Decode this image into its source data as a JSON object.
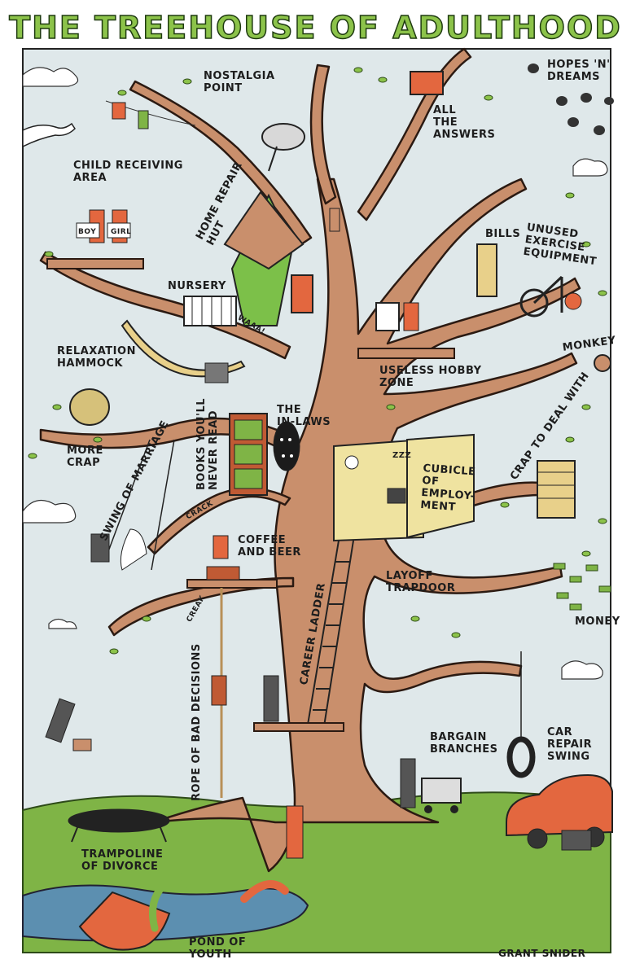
{
  "title": "THE TREEHOUSE OF ADULTHOOD",
  "labels": {
    "nostalgia_point": "NOSTALGIA\nPOINT",
    "hopes_n_dreams": "HOPES 'N'\nDREAMS",
    "all_the_answers": "ALL\nTHE\nANSWERS",
    "child_receiving_area": "CHILD RECEIVING\nAREA",
    "home_repair_hut": "HOME REPAIR\nHUT",
    "bills": "BILLS",
    "unused_exercise_equipment": "UNUSED\nEXERCISE\nEQUIPMENT",
    "nursery": "NURSERY",
    "relaxation_hammock": "RELAXATION\nHAMMOCK",
    "useless_hobby_zone": "USELESS HOBBY\nZONE",
    "monkey": "MONKEY",
    "the_in_laws": "THE\nIN-LAWS",
    "books_youll_never_read": "BOOKS YOU'LL\nNEVER READ",
    "more_crap": "MORE\nCRAP",
    "crap_to_deal_with": "CRAP TO DEAL WITH",
    "cubicle_of_employment": "CUBICLE\nOF\nEMPLOY-\nMENT",
    "swing_of_marriage": "SWING OF MARRIAGE",
    "coffee_and_beer": "COFFEE\nAND BEER",
    "layoff_trapdoor": "LAYOFF\nTRAPDOOR",
    "money": "MONEY",
    "career_ladder": "CAREER LADDER",
    "rope_of_bad_decisions": "ROPE OF BAD DECISIONS",
    "bargain_branches": "BARGAIN\nBRANCHES",
    "car_repair_swing": "CAR\nREPAIR\nSWING",
    "trampoline_of_divorce": "TRAMPOLINE\nOF DIVORCE",
    "pond_of_youth": "POND OF\nYOUTH",
    "grant_snider": "GRANT SNIDER"
  },
  "signs": {
    "boy": "BOY",
    "girl": "GIRL",
    "waa": "WAAA!",
    "crack": "CRACK",
    "creak": "CREAK",
    "zzz": "ZZZ"
  },
  "colors": {
    "title_green": "#8cc34a",
    "sky": "#dfe8ea",
    "trunk": "#c98f6c",
    "grass": "#7fb446",
    "pond": "#5c8fb0",
    "leaf": "#8cc34a",
    "cubicle": "#efe3a0",
    "hut_green": "#7cc049",
    "car": "#e3673f"
  }
}
